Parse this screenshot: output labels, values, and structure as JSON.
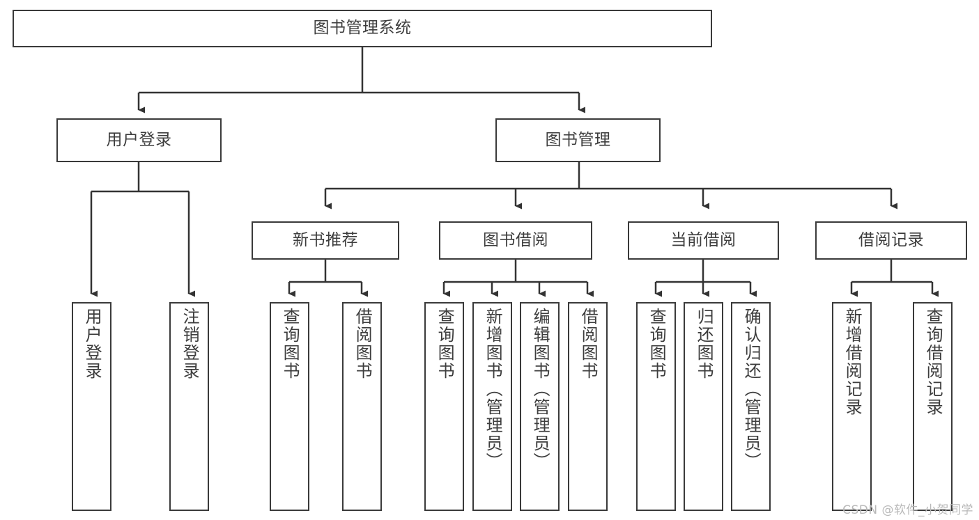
{
  "diagram": {
    "title": "图书管理系统",
    "type": "tree",
    "colors": {
      "border": "#3a3a3a",
      "text": "#3d3d3d",
      "background": "#ffffff",
      "connector": "#333333",
      "watermark": "#b9b9b9"
    },
    "root": {
      "label": "图书管理系统"
    },
    "level1": [
      {
        "label": "用户登录"
      },
      {
        "label": "图书管理"
      }
    ],
    "level2": [
      {
        "label": "新书推荐"
      },
      {
        "label": "图书借阅"
      },
      {
        "label": "当前借阅"
      },
      {
        "label": "借阅记录"
      }
    ],
    "leaves": {
      "user_login": [
        {
          "label": "用户登录"
        },
        {
          "label": "注销登录"
        }
      ],
      "new_book_recommend": [
        {
          "label": "查询图书"
        },
        {
          "label": "借阅图书"
        }
      ],
      "book_borrow": [
        {
          "label": "查询图书"
        },
        {
          "label": "新增图书（管理员）"
        },
        {
          "label": "编辑图书（管理员）"
        },
        {
          "label": "借阅图书"
        }
      ],
      "current_borrow": [
        {
          "label": "查询图书"
        },
        {
          "label": "归还图书"
        },
        {
          "label": "确认归还（管理员）"
        }
      ],
      "borrow_record": [
        {
          "label": "新增借阅记录"
        },
        {
          "label": "查询借阅记录"
        }
      ]
    }
  },
  "watermark": {
    "text": "CSDN @软件_小贺同学"
  }
}
